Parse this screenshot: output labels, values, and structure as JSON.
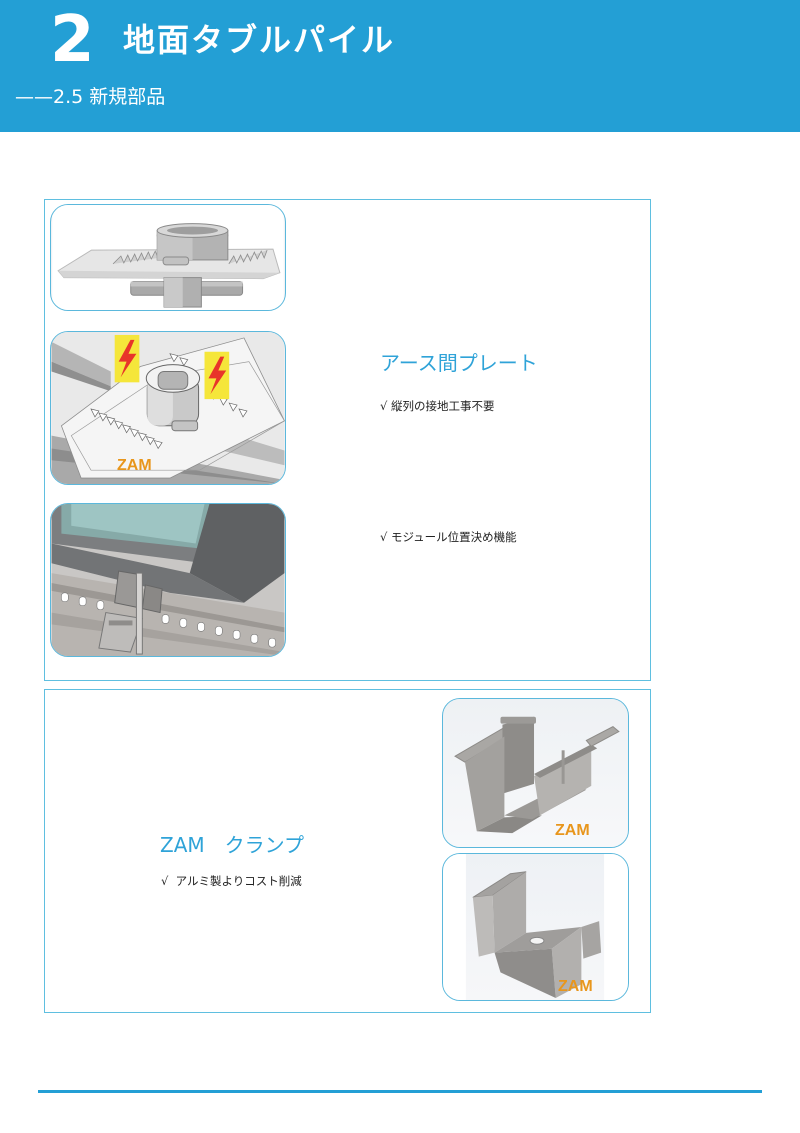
{
  "header": {
    "chapter_number": "2",
    "chapter_title": "地面タブルパイル",
    "section_subtitle": "——2.5 新規部品",
    "background_color": "#239fd5"
  },
  "sections": [
    {
      "title": "アース間プレート",
      "bullets": [
        "√ 縦列の接地工事不要",
        "√ モジュール位置決め機能"
      ],
      "images": [
        {
          "name": "earth-plate-render",
          "label": ""
        },
        {
          "name": "earth-plate-installed-render",
          "label": "ZAM",
          "icons": [
            "lightning-icon",
            "lightning-icon"
          ]
        },
        {
          "name": "module-positioning-render",
          "label": ""
        }
      ]
    },
    {
      "title": "ZAM　クランプ",
      "bullets": [
        "√  アルミ製よりコスト削減"
      ],
      "images": [
        {
          "name": "zam-clamp-u-render",
          "label": "ZAM"
        },
        {
          "name": "zam-clamp-z-render",
          "label": "ZAM"
        }
      ]
    }
  ],
  "colors": {
    "accent": "#239fd5",
    "title_text": "#2fa3d8",
    "border": "#5fbfe0",
    "zam_label": "#e8961c",
    "lightning_bg": "#f5e63a",
    "lightning": "#e8352a"
  }
}
